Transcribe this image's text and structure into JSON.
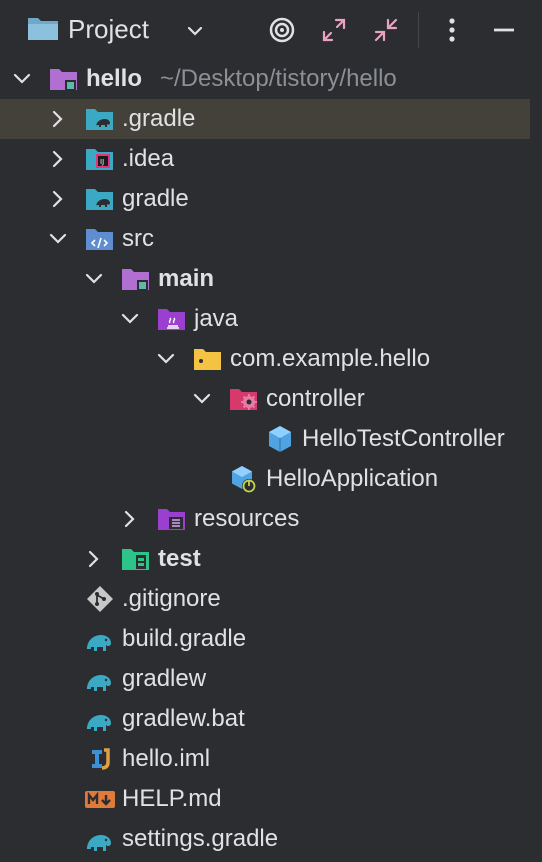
{
  "header": {
    "title": "Project",
    "icons": [
      "project-folder-icon",
      "chevron-down-icon",
      "target-icon",
      "expand-icon",
      "collapse-icon",
      "more-icon",
      "minimize-icon"
    ]
  },
  "tree": {
    "root": {
      "name": "hello",
      "path": "~/Desktop/tistory/hello"
    },
    "gradle_hidden": ".gradle",
    "idea": ".idea",
    "gradle": "gradle",
    "src": "src",
    "main": "main",
    "java": "java",
    "package": "com.example.hello",
    "controller": "controller",
    "hello_test_controller": "HelloTestController",
    "hello_application": "HelloApplication",
    "resources": "resources",
    "test": "test",
    "gitignore": ".gitignore",
    "build_gradle": "build.gradle",
    "gradlew": "gradlew",
    "gradlew_bat": "gradlew.bat",
    "hello_iml": "hello.iml",
    "help_md": "HELP.md",
    "settings_gradle": "settings.gradle"
  },
  "colors": {
    "background": "#2b2d30",
    "selected_row": "#43413a",
    "gradle_teal": "#3ba9c4",
    "module_purple": "#b16fd2",
    "source_blue": "#5e8ecf",
    "package_yellow": "#f5c344",
    "controller_pink": "#d63a6a",
    "test_green": "#2dc48a"
  }
}
